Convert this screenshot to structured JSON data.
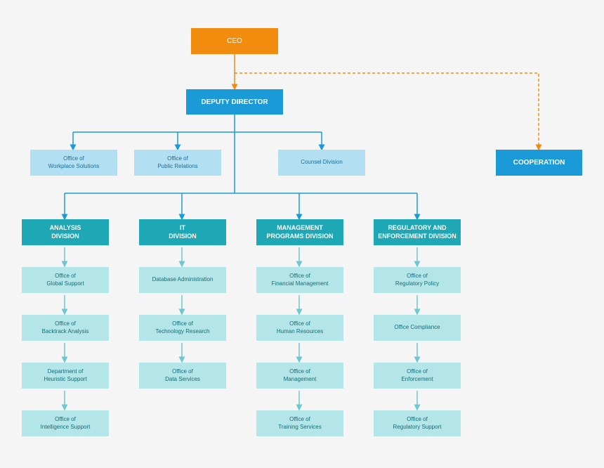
{
  "ceo": "CEO",
  "deputy": "DEPUTY DIRECTOR",
  "cooperation": "COOPERATION",
  "staff_offices": [
    "Office of\nWorkplace Solutions",
    "Office of\nPublic Relations",
    "Counsel Division"
  ],
  "divisions": [
    {
      "name": "ANALYSIS\nDIVISION",
      "offices": [
        "Office of\nGlobal Support",
        "Office of\nBacktrack Analysis",
        "Department of\nHeuristic Support",
        "Office of\nIntelligence Support"
      ]
    },
    {
      "name": "IT\nDIVISION",
      "offices": [
        "Database Administration",
        "Office of\nTechnology Research",
        "Office of\nData Services"
      ]
    },
    {
      "name": "MANAGEMENT\nPROGRAMS DIVISION",
      "offices": [
        "Office of\nFinancial Management",
        "Office of\nHuman Resources",
        "Office of\nManagement",
        "Office of\nTraining Services"
      ]
    },
    {
      "name": "REGULATORY AND\nENFORCEMENT DIVISION",
      "offices": [
        "Office of\nRegulatory Policy",
        "Office Compliance",
        "Office of\nEnforcement",
        "Office of\nRegulatory Support"
      ]
    }
  ],
  "colors": {
    "ceo": "#f28c0f",
    "blue": "#1a9bd7",
    "light_blue": "#b3dff2",
    "teal": "#1ea7b5",
    "light_teal": "#b4e5e9"
  }
}
